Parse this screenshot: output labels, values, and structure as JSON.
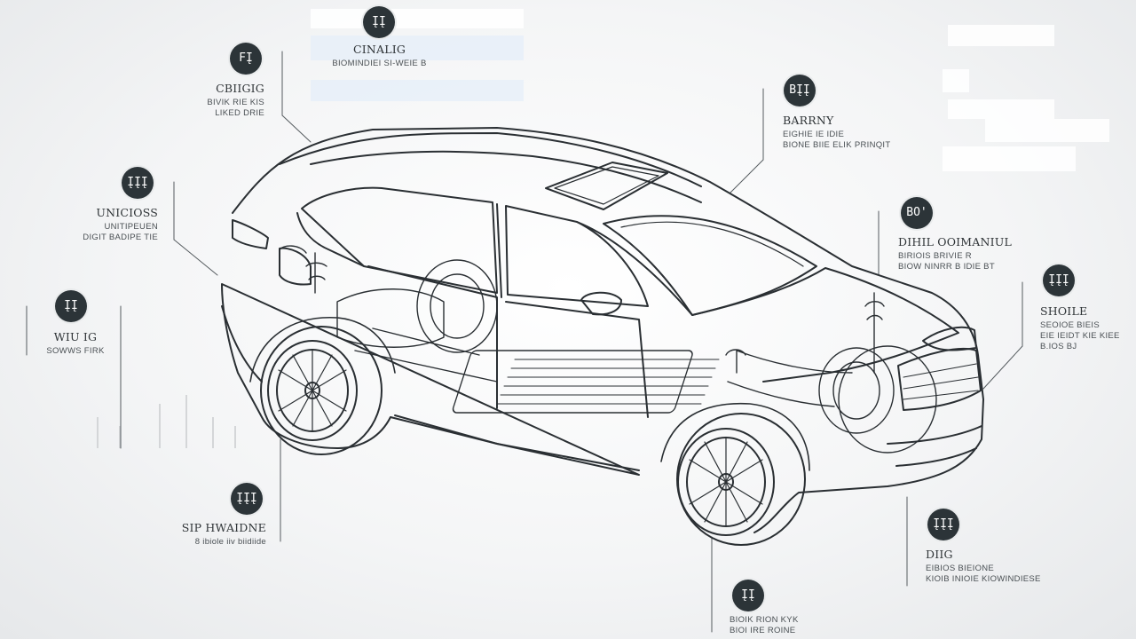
{
  "callouts": [
    {
      "id": "top",
      "badge": "ĮĮ",
      "title": "CINALIG",
      "desc": [
        "BIOMINDIEI SI-WEIE B"
      ]
    },
    {
      "id": "upper-left",
      "badge": "FĮ",
      "title": "CBIIGIG",
      "desc": [
        "BIVIK RIE KIS",
        "LIKED DRIE"
      ]
    },
    {
      "id": "left",
      "badge": "ĮĮĮ",
      "title": "UNICIOSS",
      "desc": [
        "UNITIPEUEN",
        "DIGIT BADIPE TIE"
      ]
    },
    {
      "id": "far-left",
      "badge": "ĮĮ",
      "title": "WIU IG",
      "desc": [
        "SOWWS FIRK"
      ]
    },
    {
      "id": "lower-left",
      "badge": "ĮĮĮ",
      "title": "SIP HWAIDNE",
      "desc": [
        "8 ibiole iiv biidiide"
      ]
    },
    {
      "id": "right-top",
      "badge": "BĮĮ",
      "title": "BARRNY",
      "desc": [
        "EIGHIE IE IDIE",
        "BIONE BIIE ELIK PRINQIT"
      ]
    },
    {
      "id": "right",
      "badge": "BO'",
      "title": "DIHIL OOIMANIUL",
      "desc": [
        "BIRIOIS BRIVIE R",
        "BIOW NINRR B IDIE BT"
      ]
    },
    {
      "id": "far-right",
      "badge": "ĮĮĮ",
      "title": "SHOILE",
      "desc": [
        "SEOIOE BIEIS",
        "EIE IEIDT KIE KIEE",
        "B.IOS BJ"
      ]
    },
    {
      "id": "lower-right",
      "badge": "ĮĮĮ",
      "title": "DIIG",
      "desc": [
        "EIBIOS BIEIONE",
        "KIOIB INIOIE KIOWINDIESE"
      ]
    },
    {
      "id": "bottom",
      "badge": "ĮĮ",
      "title": "",
      "desc": [
        "BIOIK RION KYK",
        "BIOI IRE ROINE"
      ]
    }
  ],
  "colors": {
    "line": "#2a2f33",
    "badge": "#2c3438",
    "text": "#2f3437",
    "background": "#f2f3f4"
  }
}
